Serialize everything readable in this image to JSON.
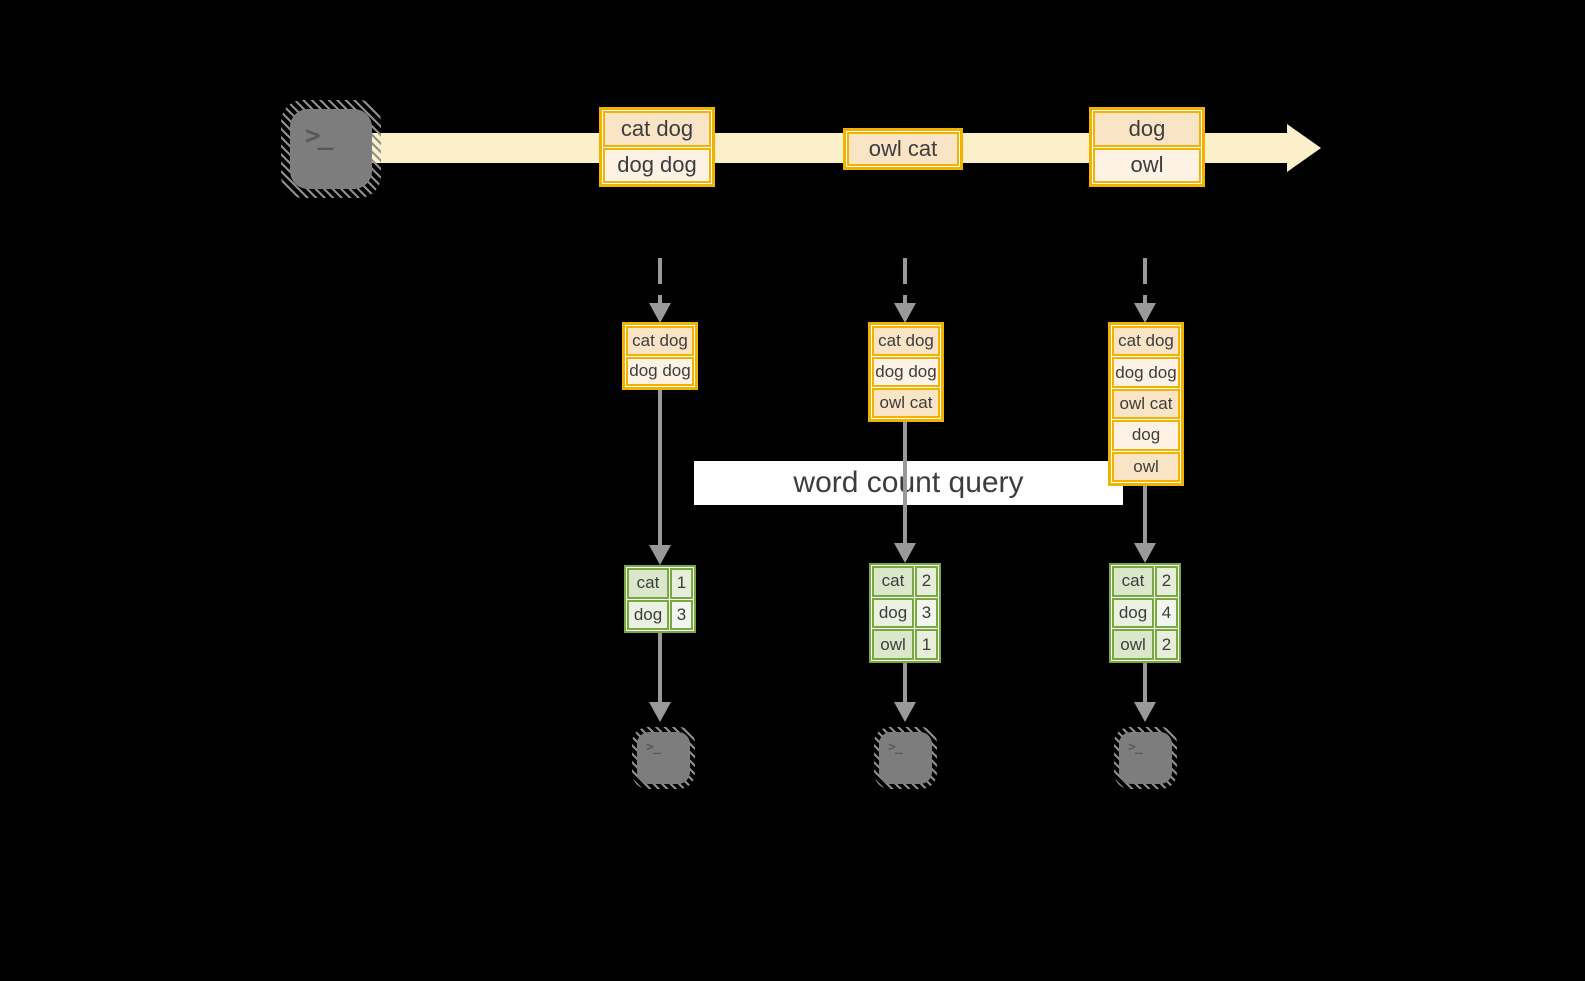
{
  "diagram": {
    "query_label": "word count query",
    "icons": {
      "terminal_prompt": ">_"
    },
    "stream": {
      "batches": [
        {
          "items": [
            "cat dog",
            "dog dog"
          ]
        },
        {
          "items": [
            "owl cat"
          ]
        },
        {
          "items": [
            "dog",
            "owl"
          ]
        }
      ]
    },
    "columns": [
      {
        "state": [
          "cat dog",
          "dog dog"
        ],
        "counts": {
          "rows": [
            [
              "cat",
              "1"
            ],
            [
              "dog",
              "3"
            ]
          ]
        }
      },
      {
        "state": [
          "cat dog",
          "dog dog",
          "owl cat"
        ],
        "counts": {
          "rows": [
            [
              "cat",
              "2"
            ],
            [
              "dog",
              "3"
            ],
            [
              "owl",
              "1"
            ]
          ]
        }
      },
      {
        "state": [
          "cat dog",
          "dog dog",
          "owl cat",
          "dog",
          "owl"
        ],
        "counts": {
          "rows": [
            [
              "cat",
              "2"
            ],
            [
              "dog",
              "4"
            ],
            [
              "owl",
              "2"
            ]
          ]
        }
      }
    ],
    "colors": {
      "background": "#000000",
      "stream_arrow": "#fbf0c9",
      "box_border": "#f2b200",
      "box_fill_dark": "#fae4c6",
      "box_fill_light": "#fdf2e3",
      "table_border": "#77a93f",
      "table_fill_dark": "#dbe7ca",
      "table_fill_light": "#eaf1e1",
      "arrow_gray": "#999999",
      "terminal_gray": "#7d7d7d",
      "text": "#3d3d3d"
    }
  }
}
